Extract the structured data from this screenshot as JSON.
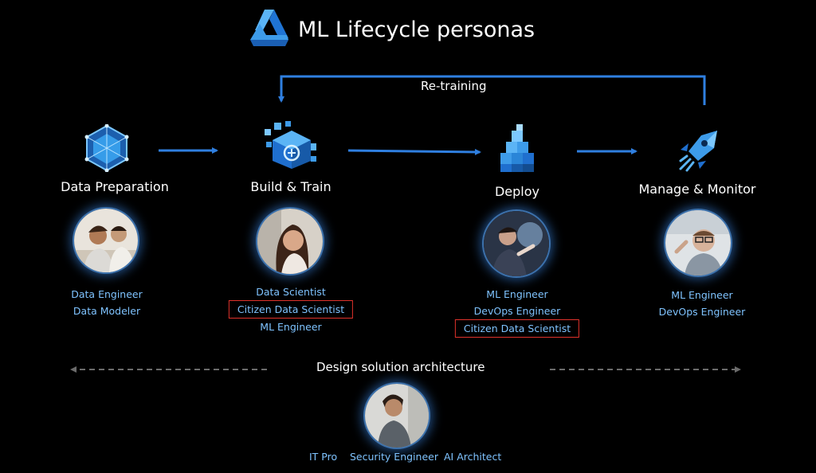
{
  "header": {
    "title": "ML Lifecycle personas",
    "logo_icon": "azure-ml-icon"
  },
  "retraining": {
    "label": "Re-training"
  },
  "stages": [
    {
      "title": "Data Preparation",
      "icon": "hexagon-cube-icon",
      "roles": [
        {
          "label": "Data Engineer",
          "highlighted": false
        },
        {
          "label": "Data Modeler",
          "highlighted": false
        }
      ]
    },
    {
      "title": "Build & Train",
      "icon": "ml-experiment-icon",
      "roles": [
        {
          "label": "Data Scientist",
          "highlighted": false
        },
        {
          "label": "Citizen Data Scientist",
          "highlighted": true
        },
        {
          "label": "ML Engineer",
          "highlighted": false
        }
      ]
    },
    {
      "title": "Deploy",
      "icon": "stacked-cubes-icon",
      "roles": [
        {
          "label": "ML Engineer",
          "highlighted": false
        },
        {
          "label": "DevOps Engineer",
          "highlighted": false
        },
        {
          "label": "Citizen Data Scientist",
          "highlighted": true
        }
      ]
    },
    {
      "title": "Manage & Monitor",
      "icon": "rocket-icon",
      "roles": [
        {
          "label": "ML Engineer",
          "highlighted": false
        },
        {
          "label": "DevOps Engineer",
          "highlighted": false
        }
      ]
    }
  ],
  "architecture": {
    "title": "Design solution architecture",
    "roles": [
      "IT Pro",
      "Security Engineer",
      "AI Architect"
    ]
  },
  "colors": {
    "background": "#000000",
    "arrow": "#2f7fe0",
    "role_text": "#7fc3ff",
    "highlight_border": "#e0322b",
    "dashed": "#6b6b6b"
  }
}
